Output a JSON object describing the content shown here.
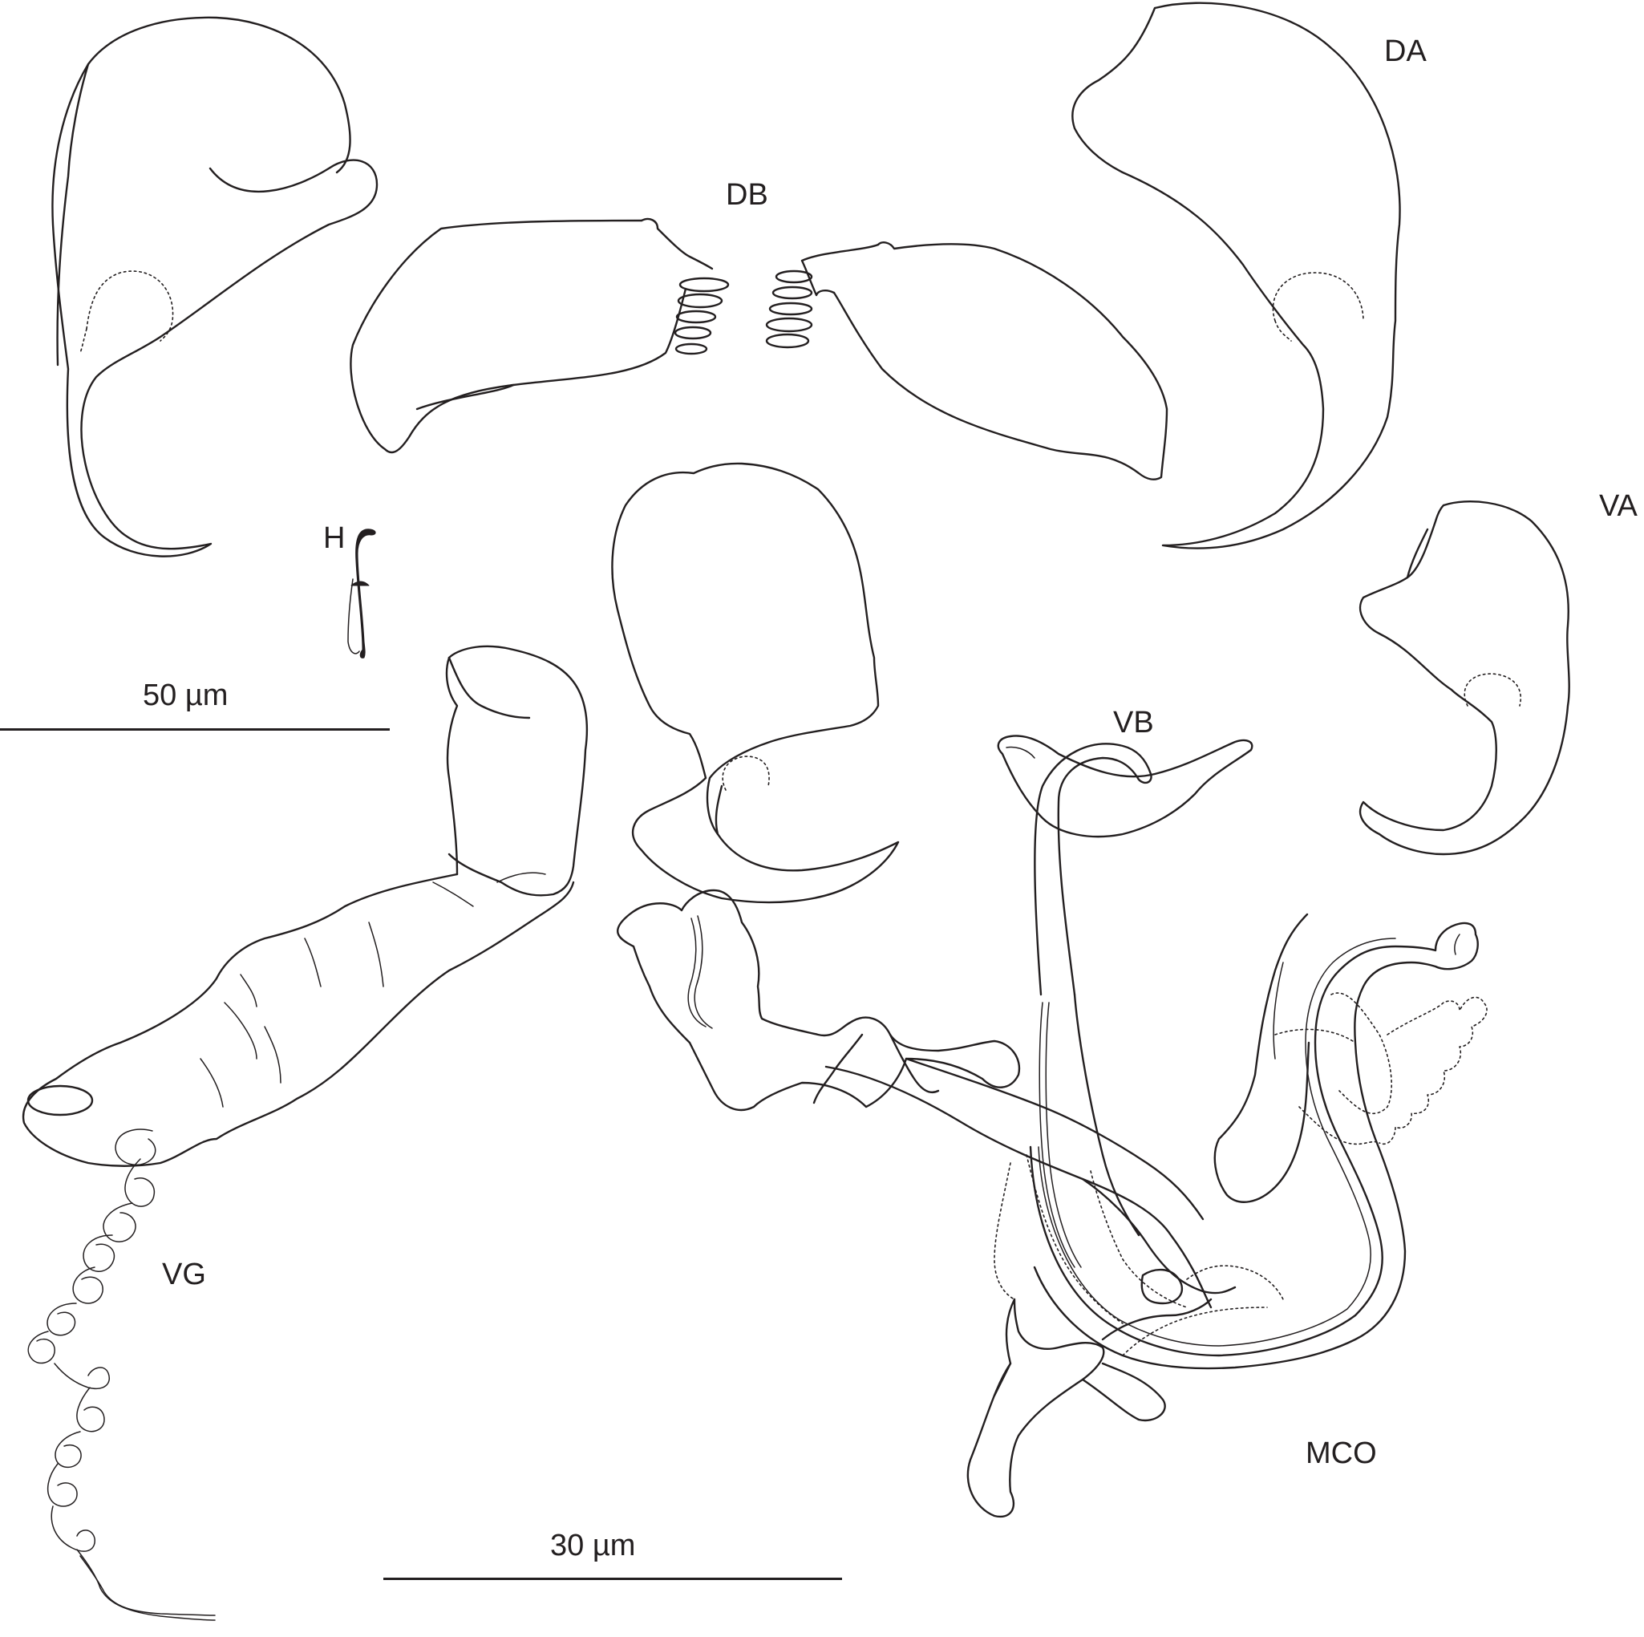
{
  "labels": {
    "da": "DA",
    "db": "DB",
    "h": "H",
    "va": "VA",
    "vb": "VB",
    "vg": "VG",
    "mco": "MCO"
  },
  "scale_bars": {
    "top": "50 µm",
    "bottom": "30 µm"
  },
  "colors": {
    "ink": "#231f20",
    "background": "#ffffff"
  }
}
